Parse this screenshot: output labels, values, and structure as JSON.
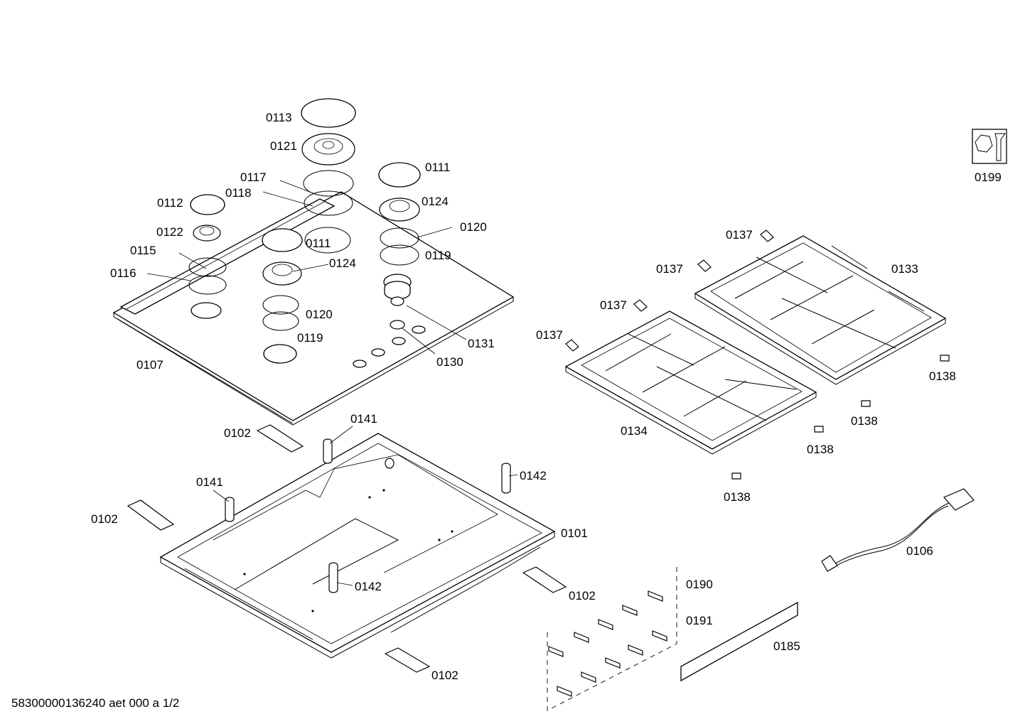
{
  "footer_text": "58300000136240 aet 000 a 1/2",
  "labels": {
    "p0113": "0113",
    "p0121": "0121",
    "p0117": "0117",
    "p0118": "0118",
    "p0112": "0112",
    "p0111a": "0111",
    "p0124a": "0124",
    "p0120a": "0120",
    "p0119a": "0119",
    "p0122": "0122",
    "p0115": "0115",
    "p0116": "0116",
    "p0111b": "0111",
    "p0124b": "0124",
    "p0120b": "0120",
    "p0119b": "0119",
    "p0131": "0131",
    "p0130": "0130",
    "p0107": "0107",
    "p0199": "0199",
    "p0137a": "0137",
    "p0137b": "0137",
    "p0137c": "0137",
    "p0137d": "0137",
    "p0133": "0133",
    "p0134": "0134",
    "p0138a": "0138",
    "p0138b": "0138",
    "p0138c": "0138",
    "p0138d": "0138",
    "p0102a": "0102",
    "p0141a": "0141",
    "p0141b": "0141",
    "p0142a": "0142",
    "p0102b": "0102",
    "p0101": "0101",
    "p0142b": "0142",
    "p0102c": "0102",
    "p0102d": "0102",
    "p0190": "0190",
    "p0191": "0191",
    "p0185": "0185",
    "p0106": "0106"
  }
}
